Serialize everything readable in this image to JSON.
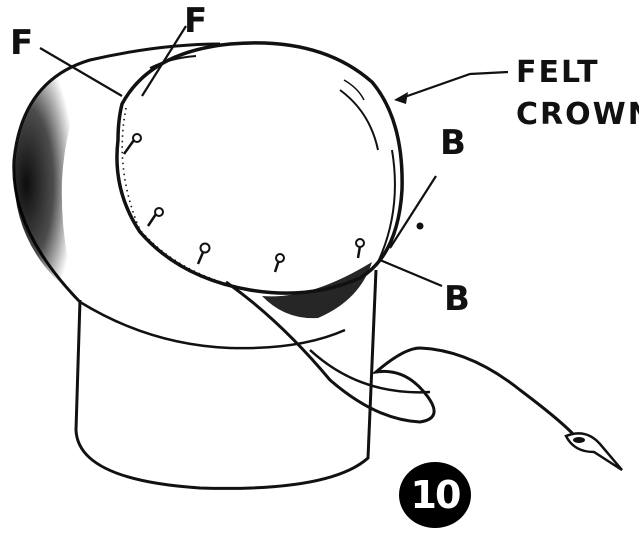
{
  "labels": {
    "f_left": "F",
    "f_top": "F",
    "felt_line1": "FELT",
    "felt_line2": "CROWN",
    "b_upper": "B",
    "b_lower": "B"
  },
  "figure_number": "10",
  "colors": {
    "ink": "#111111",
    "paper": "#ffffff",
    "shade": "#000000"
  }
}
